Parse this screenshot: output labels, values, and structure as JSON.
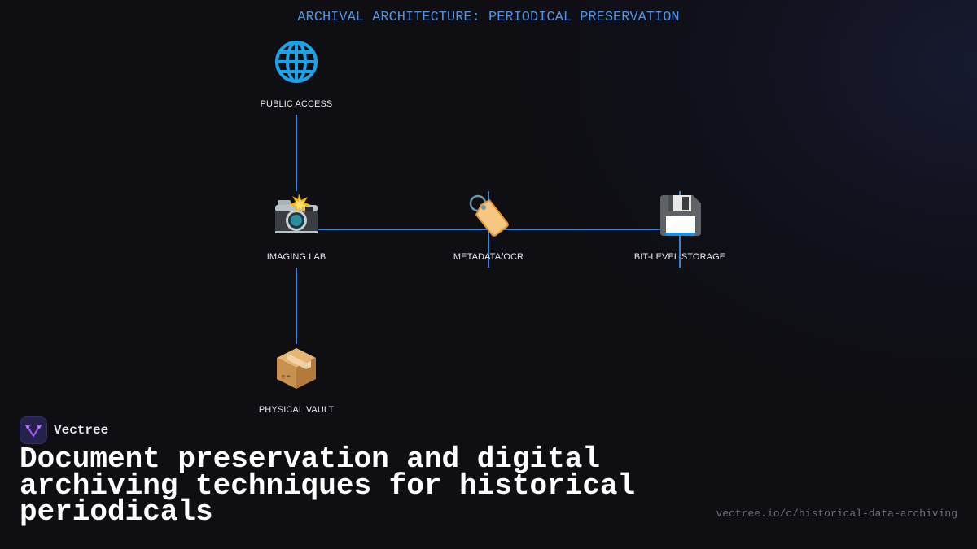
{
  "diagram": {
    "title": "ARCHIVAL ARCHITECTURE: PERIODICAL PRESERVATION",
    "accent_color": "#4f93e6",
    "edge_color": "#3b82d6",
    "nodes": [
      {
        "id": "public_access",
        "label": "PUBLIC ACCESS",
        "icon": "globe-icon",
        "glyph": "🌐"
      },
      {
        "id": "imaging_lab",
        "label": "IMAGING LAB",
        "icon": "camera-flash-icon",
        "glyph": "📸"
      },
      {
        "id": "metadata_ocr",
        "label": "METADATA/OCR",
        "icon": "label-tag-icon",
        "glyph": "🏷️"
      },
      {
        "id": "bit_level_storage",
        "label": "BIT-LEVEL STORAGE",
        "icon": "floppy-disk-icon",
        "glyph": "💾"
      },
      {
        "id": "physical_vault",
        "label": "PHYSICAL VAULT",
        "icon": "package-box-icon",
        "glyph": "📦"
      }
    ],
    "edges": [
      {
        "from": "public_access",
        "to": "imaging_lab"
      },
      {
        "from": "imaging_lab",
        "to": "metadata_ocr"
      },
      {
        "from": "metadata_ocr",
        "to": "bit_level_storage"
      },
      {
        "from": "imaging_lab",
        "to": "physical_vault"
      }
    ]
  },
  "brand": {
    "name": "Vectree",
    "logo_color": "#a855f7"
  },
  "headline": "Document preservation and digital archiving techniques for historical periodicals",
  "footer": {
    "url": "vectree.io/c/historical-data-archiving"
  }
}
